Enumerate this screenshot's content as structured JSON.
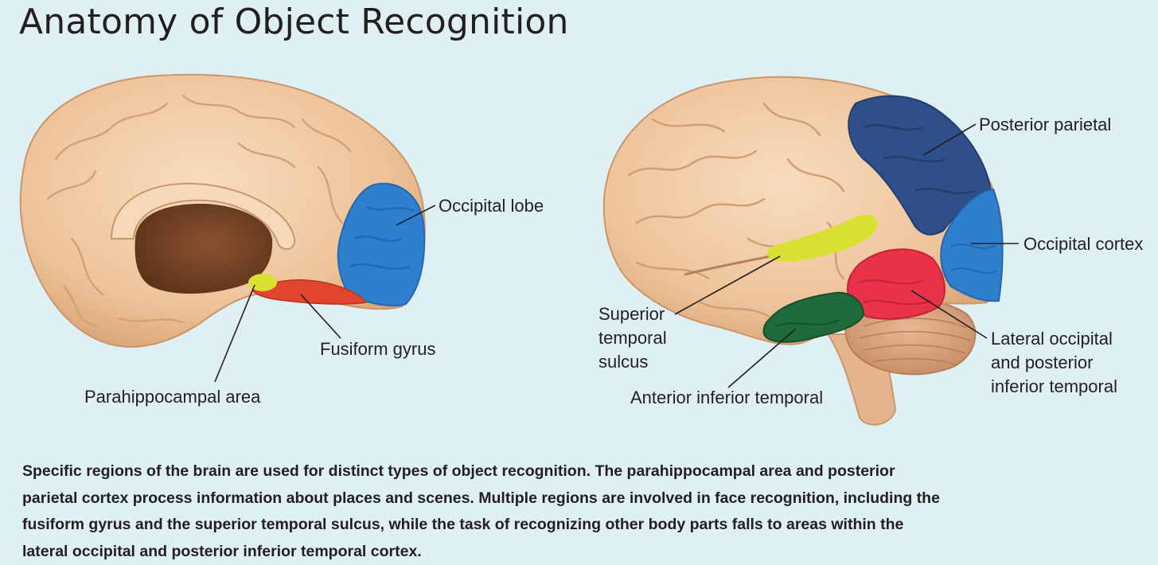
{
  "title": "Anatomy of Object Recognition",
  "colors": {
    "background": "#dff0f4",
    "brain_tissue": "#efc79e",
    "occipital_blue": "#2f7fcf",
    "posterior_parietal_navy": "#2e4f8a",
    "superior_temporal_yellow": "#d8e032",
    "fusiform_red": "#e0452e",
    "lateral_occipital_red": "#e8324a",
    "anterior_inferior_green": "#1f6b3c"
  },
  "medial_view": {
    "labels": {
      "occipital_lobe": "Occipital lobe",
      "fusiform_gyrus": "Fusiform gyrus",
      "parahippocampal_area": "Parahippocampal area"
    }
  },
  "lateral_view": {
    "labels": {
      "posterior_parietal": "Posterior parietal",
      "occipital_cortex": "Occipital cortex",
      "superior_temporal_sulcus": "Superior\ntemporal\nsulcus",
      "lateral_occipital_posterior_inferior_temporal": "Lateral occipital\nand posterior\ninferior temporal",
      "anterior_inferior_temporal": "Anterior inferior temporal"
    }
  },
  "caption": "Specific regions of the brain are used for distinct types of object recognition. The parahippocampal area and posterior parietal cortex process information about places and scenes. Multiple regions are involved in face recognition, including the fusiform gyrus and the superior temporal sulcus, while the task of recognizing other body parts falls to areas within the lateral occipital and posterior inferior temporal cortex."
}
